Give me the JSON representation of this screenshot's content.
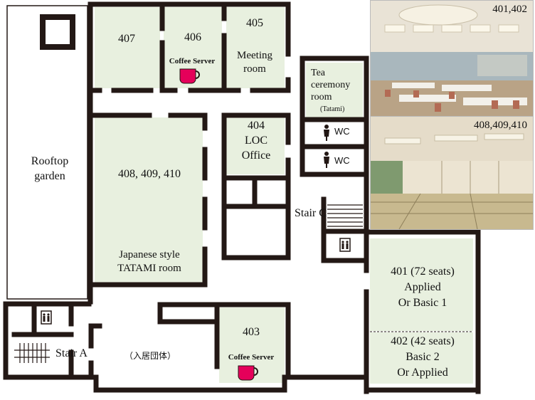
{
  "rooms": {
    "r407": {
      "name": "407"
    },
    "r406": {
      "name": "406",
      "extra": "Coffee Server"
    },
    "r405": {
      "name": "405",
      "line2": "Meeting",
      "line3": "room"
    },
    "tea": {
      "line1": "Tea",
      "line2": "ceremony",
      "line3": "room",
      "line4": "(Tatami)"
    },
    "r404": {
      "name": "404",
      "line2": "LOC",
      "line3": "Office"
    },
    "wc1": {
      "label": "WC"
    },
    "wc2": {
      "label": "WC"
    },
    "rooftop": {
      "line1": "Rooftop",
      "line2": "garden"
    },
    "tatami": {
      "name": "408, 409, 410",
      "line2": "Japanese style",
      "line3": "TATAMI room"
    },
    "stairA": {
      "label": "Stair A"
    },
    "stairC": {
      "label": "Stair C"
    },
    "lobby": {
      "label": "（入居団体）"
    },
    "r403": {
      "name": "403",
      "extra": "Coffee Server"
    },
    "r401": {
      "line1": "401 (72 seats)",
      "line2": "Applied",
      "line3": "Or Basic 1"
    },
    "r402": {
      "line1": "402 (42 seats)",
      "line2": "Basic 2",
      "line3": "Or Applied"
    }
  },
  "photos": {
    "p1": {
      "label": "401,402"
    },
    "p2": {
      "label": "408,409,410"
    }
  },
  "colors": {
    "room_fill": "#e8f0df",
    "wall": "#231815",
    "cup": "#e5005a"
  }
}
